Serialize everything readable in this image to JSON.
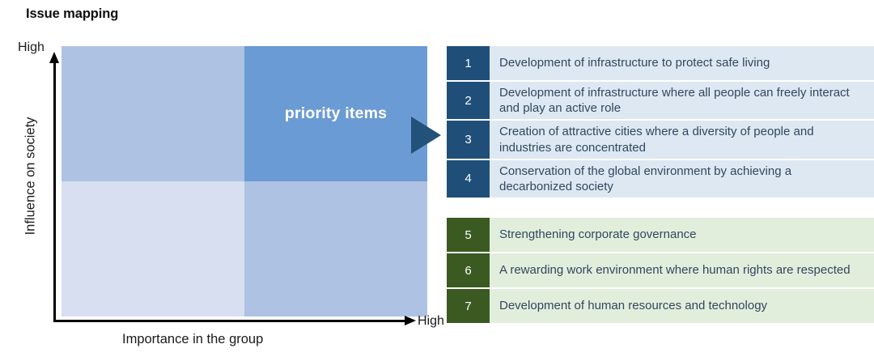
{
  "title": "Issue mapping",
  "axes": {
    "y_label": "Influence on society",
    "y_high": "High",
    "x_label": "Importance in the group",
    "x_high": "High"
  },
  "matrix": {
    "priority_label": "priority items",
    "quadrant_colors": {
      "top_left": "#aec2e3",
      "top_right": "#6b9bd4",
      "bottom_left": "#d7dff1",
      "bottom_right": "#aec2e3"
    },
    "arrow_color": "#225179"
  },
  "lists": [
    {
      "id": "priority",
      "theme": "blue",
      "accent": "#1f4f79",
      "background": "#dee8f2",
      "items": [
        {
          "number": "1",
          "text": "Development of infrastructure to protect safe living"
        },
        {
          "number": "2",
          "text": "Development of infrastructure where all people can freely interact and play an active role"
        },
        {
          "number": "3",
          "text": "Creation of attractive cities where a diversity of people and industries are concentrated"
        },
        {
          "number": "4",
          "text": "Conservation of the global environment by achieving a decarbonized society"
        }
      ]
    },
    {
      "id": "foundation",
      "theme": "green",
      "accent": "#3a5a22",
      "background": "#e2eedc",
      "items": [
        {
          "number": "5",
          "text": "Strengthening corporate governance"
        },
        {
          "number": "6",
          "text": "A rewarding work environment where human rights are respected"
        },
        {
          "number": "7",
          "text": "Development of human resources and technology"
        }
      ]
    }
  ]
}
